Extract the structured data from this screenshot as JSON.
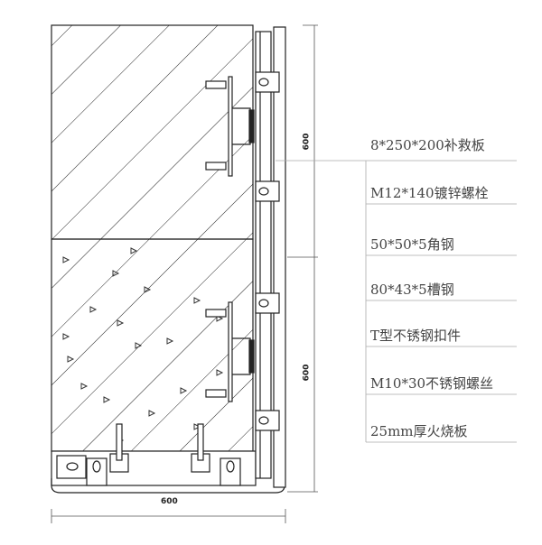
{
  "labels": [
    "8*250*200补救板",
    "M12*140镀锌螺栓",
    "50*50*5角钢",
    "80*43*5槽钢",
    "T型不锈钢扣件",
    "M10*30不锈钢螺丝",
    "25mm厚火烧板"
  ],
  "dimensions": {
    "upper_height": "600",
    "lower_height": "600",
    "width": "600"
  }
}
